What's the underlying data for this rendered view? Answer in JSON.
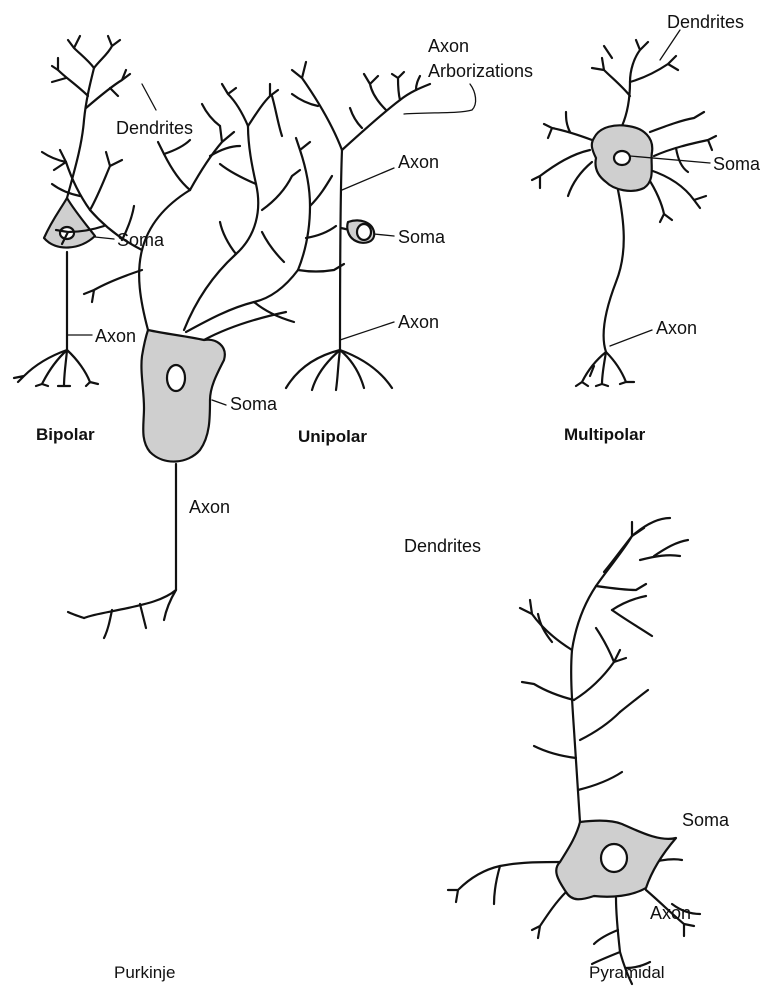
{
  "bipolar": {
    "title": "Bipolar",
    "dendrites": "Dendrites",
    "soma": "Soma",
    "axon": "Axon"
  },
  "unipolar": {
    "title": "Unipolar",
    "axon_arbor_line1": "Axon",
    "axon_arbor_line2": "Arborizations",
    "axon_upper": "Axon",
    "soma": "Soma",
    "axon_lower": "Axon"
  },
  "multipolar": {
    "title": "Multipolar",
    "dendrites": "Dendrites",
    "soma": "Soma",
    "axon": "Axon"
  },
  "purkinje": {
    "title": "Purkinje",
    "soma": "Soma",
    "axon": "Axon"
  },
  "pyramidal": {
    "title": "Pyramidal",
    "dendrites": "Dendrites",
    "soma": "Soma",
    "axon": "Axon"
  }
}
